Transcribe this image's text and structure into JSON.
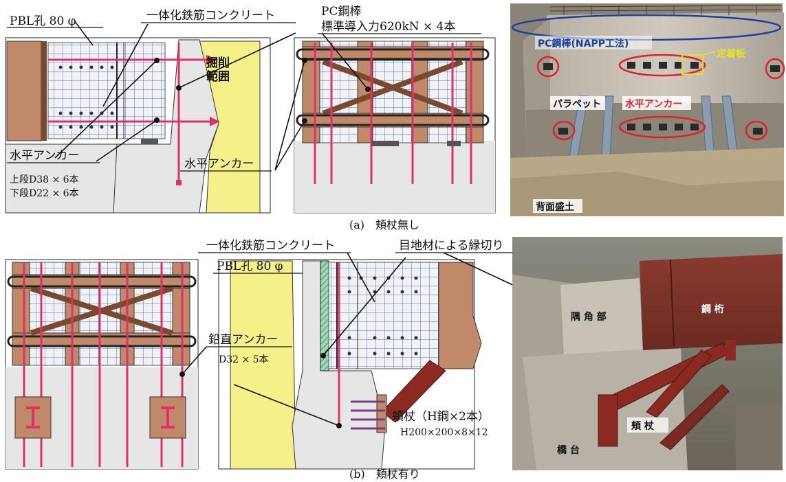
{
  "panel_a": {
    "caption": "(a)　頬杖無し",
    "drawing_labels": {
      "pbl_hole": "PBL孔 80 φ",
      "integrated_rc": "一体化鉄筋コンクリート",
      "pc_bar": "PC鋼棒",
      "pc_bar_force": "標準導入力620kN × 4本",
      "excavation_1": "掘削",
      "excavation_2": "範囲",
      "horizontal_anchor_left": "水平アンカー",
      "horizontal_anchor_right": "水平アンカー",
      "upper_rebar": "上段D38 × 6本",
      "lower_rebar": "下段D22 × 6本"
    },
    "photo_labels": {
      "pc_bar_napp": "PC鋼棒(NAPP工法)",
      "anchor_plate": "定着板",
      "parapet": "パラペット",
      "horizontal_anchor": "水平アンカー",
      "backfill": "背面盛土"
    }
  },
  "panel_b": {
    "caption": "(b)　頬杖有り",
    "drawing_labels": {
      "integrated_rc": "一体化鉄筋コンクリート",
      "joint_cut": "目地材による縁切り",
      "pbl_hole": "PBL孔 80 φ",
      "vertical_anchor": "鉛直アンカー",
      "vertical_anchor_spec": "D32 × 5本",
      "knee_brace": "頬杖（H鋼×2本）",
      "knee_brace_spec": "H200×200×8×12"
    },
    "photo_labels": {
      "corner": "隅 角 部",
      "steel_girder": "鋼 桁",
      "knee_brace": "頬 杖",
      "abutment": "橋 台"
    }
  },
  "colors": {
    "steel": "#c08a6a",
    "steel_dark": "#7a4a30",
    "concrete": "#e6e6e6",
    "excavation": "#f5f08a",
    "rebar_mesh": "#4a6ee0",
    "anchor": "#e0306a",
    "photo_red": "#e0202a",
    "photo_blue": "#1a3fa0"
  }
}
